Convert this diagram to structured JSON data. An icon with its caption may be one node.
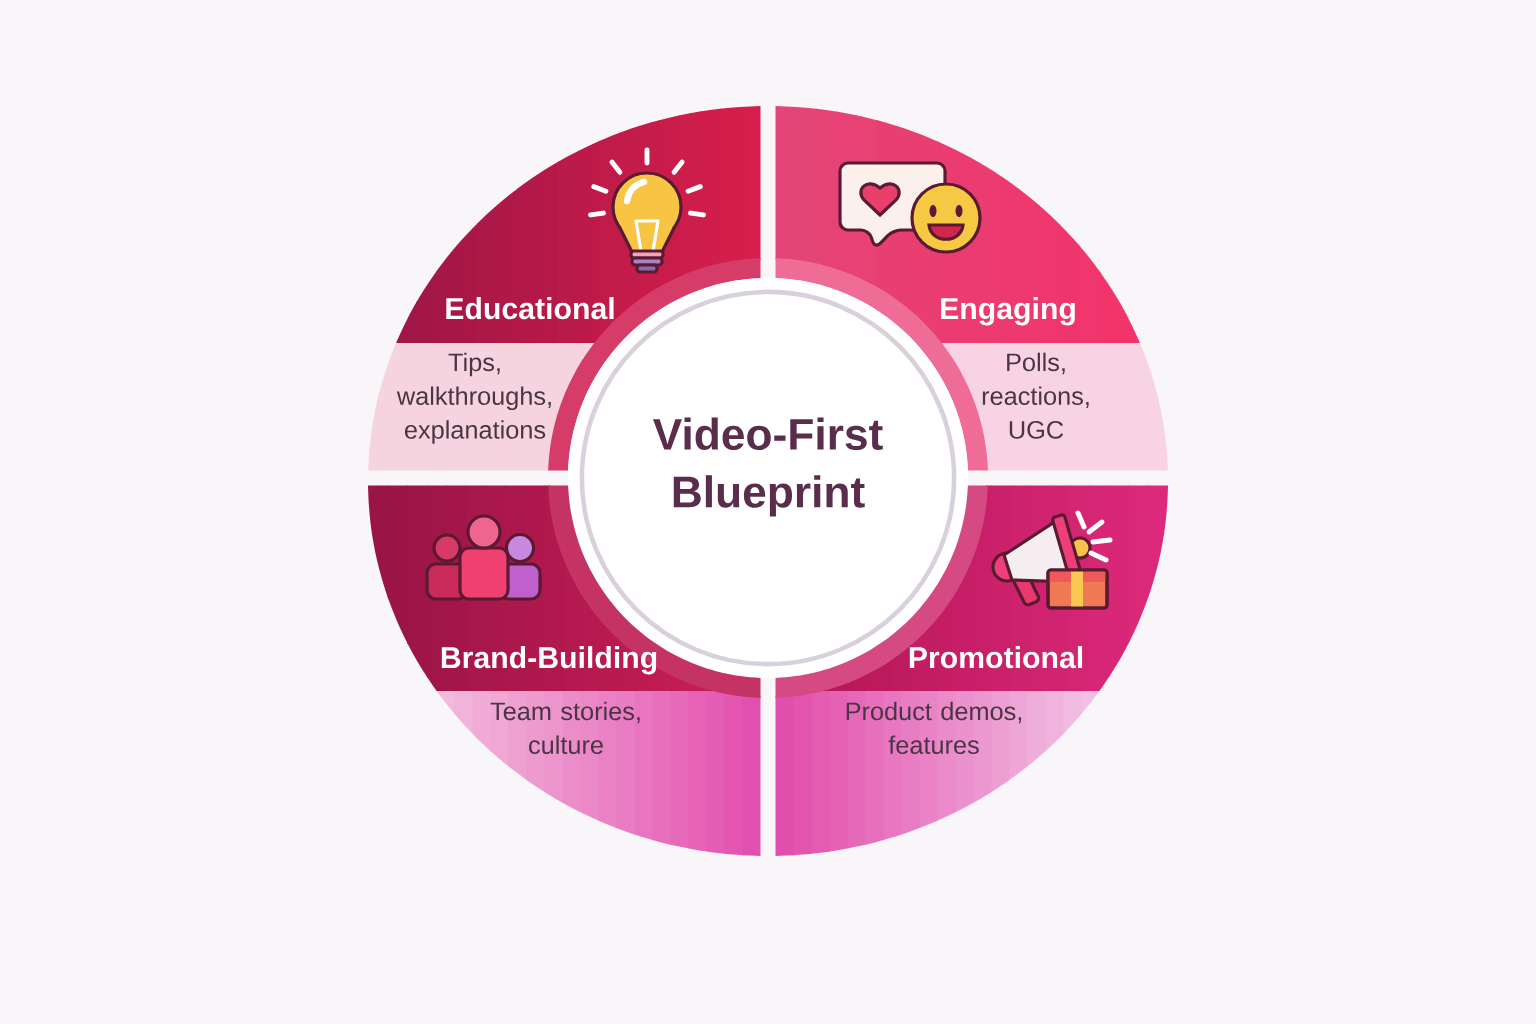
{
  "diagram": {
    "nodes": [
      {
        "text": [
          "Educational",
          "Tips, walkthroughs, explanations"
        ]
      },
      {
        "text": [
          "Engaging",
          "Polls, reactions, UGC"
        ]
      },
      {
        "text": [
          "Video-First Blueprint"
        ]
      },
      {
        "text": [
          "Brand-Building",
          "Team stories, culture"
        ]
      },
      {
        "text": [
          "Promotional",
          "Product demos, features"
        ]
      }
    ]
  }
}
